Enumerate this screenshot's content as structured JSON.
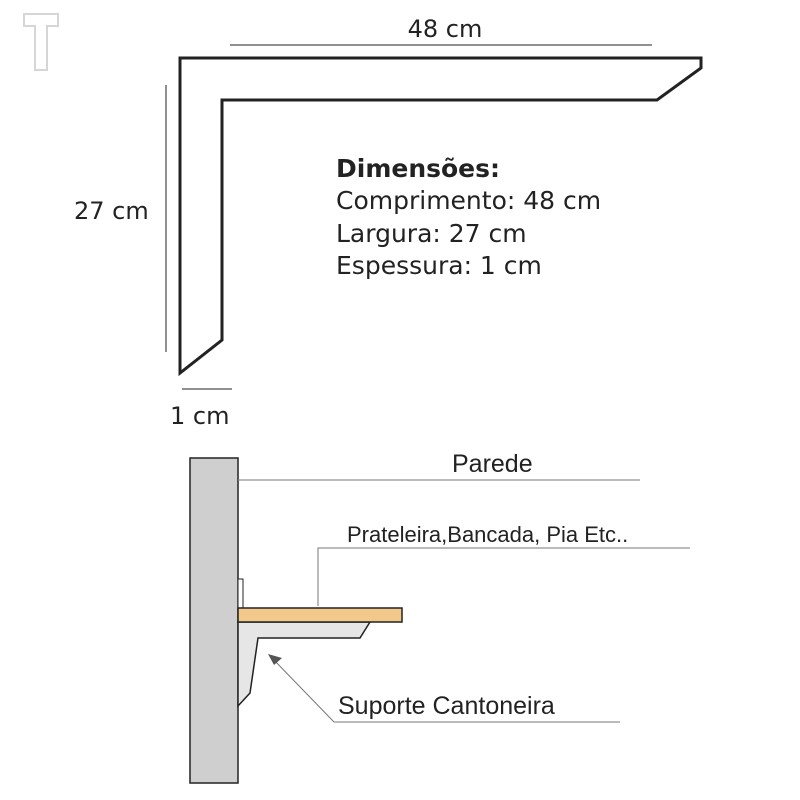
{
  "dimension_labels": {
    "length": "48 cm",
    "width": "27 cm",
    "thickness": "1 cm"
  },
  "specs": {
    "heading": "Dimensões:",
    "lines": [
      "Comprimento: 48 cm",
      "Largura: 27 cm",
      "Espessura: 1 cm"
    ]
  },
  "installation": {
    "wall_label": "Parede",
    "shelf_label": "Prateleira,Bancada, Pia Etc..",
    "bracket_label": "Suporte Cantoneira"
  },
  "colors": {
    "outline": "#222222",
    "wall_fill": "#cfcfcf",
    "shelf_fill": "#f2c98a",
    "bracket_fill": "#e6e6e6",
    "leader": "#777777"
  },
  "icons": {
    "logo": "t-outline-icon"
  }
}
